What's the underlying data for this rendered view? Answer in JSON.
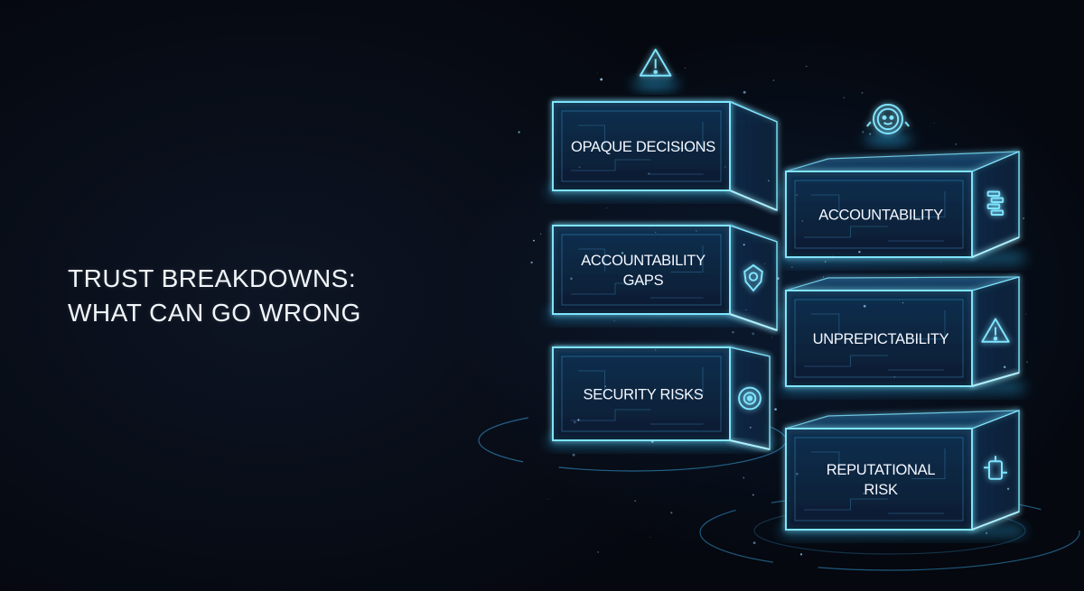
{
  "title": {
    "line1": "TRUST BREAKDOWNS:",
    "line2": "WHAT CAN GO WRONG"
  },
  "colors": {
    "background": "#05080f",
    "glow": "#2ec0ff",
    "edge": "#7fe4ff",
    "box_face": "#0c2540",
    "text": "#f4f8ff"
  },
  "boxes": [
    {
      "id": "opaque-decisions",
      "lines": [
        "OPAQUE DECISIONS"
      ],
      "top_icon": "warning-triangle-icon",
      "side_icon": ""
    },
    {
      "id": "accountability-gaps",
      "lines": [
        "ACCOUNTABILITY",
        "GAPS"
      ],
      "top_icon": "",
      "side_icon": "shield-pin-icon"
    },
    {
      "id": "security-risks",
      "lines": [
        "SECURITY RISKS"
      ],
      "top_icon": "",
      "side_icon": "lock-ring-icon"
    },
    {
      "id": "accountability",
      "lines": [
        "ACCOUNTABILITY"
      ],
      "top_icon": "face-badge-icon",
      "side_icon": "bar-blocks-icon"
    },
    {
      "id": "unpredictability",
      "lines": [
        "UNPREPICTABILITY"
      ],
      "top_icon": "",
      "side_icon": "warning-triangle-icon"
    },
    {
      "id": "reputational-risk",
      "lines": [
        "REPUTATIONAL",
        "RISK"
      ],
      "top_icon": "",
      "side_icon": "circuit-icon"
    }
  ]
}
